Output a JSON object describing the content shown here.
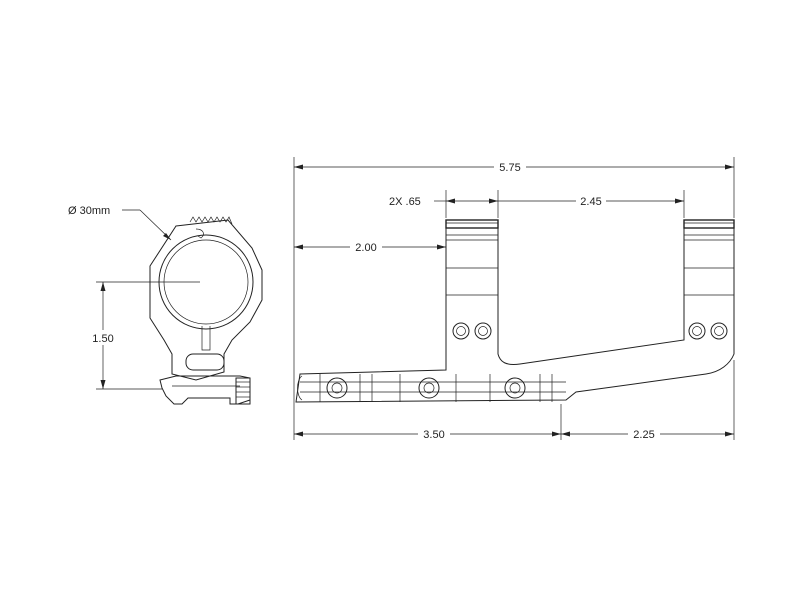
{
  "side_view": {
    "ring_diameter": "Ø 30mm",
    "ring_height": "1.50"
  },
  "front_view": {
    "overall_length": "5.75",
    "ring_width_note": "2X .65",
    "ring_spacing": "2.45",
    "ring_offset": "2.00",
    "base_length": "3.50",
    "cantilever": "2.25"
  }
}
